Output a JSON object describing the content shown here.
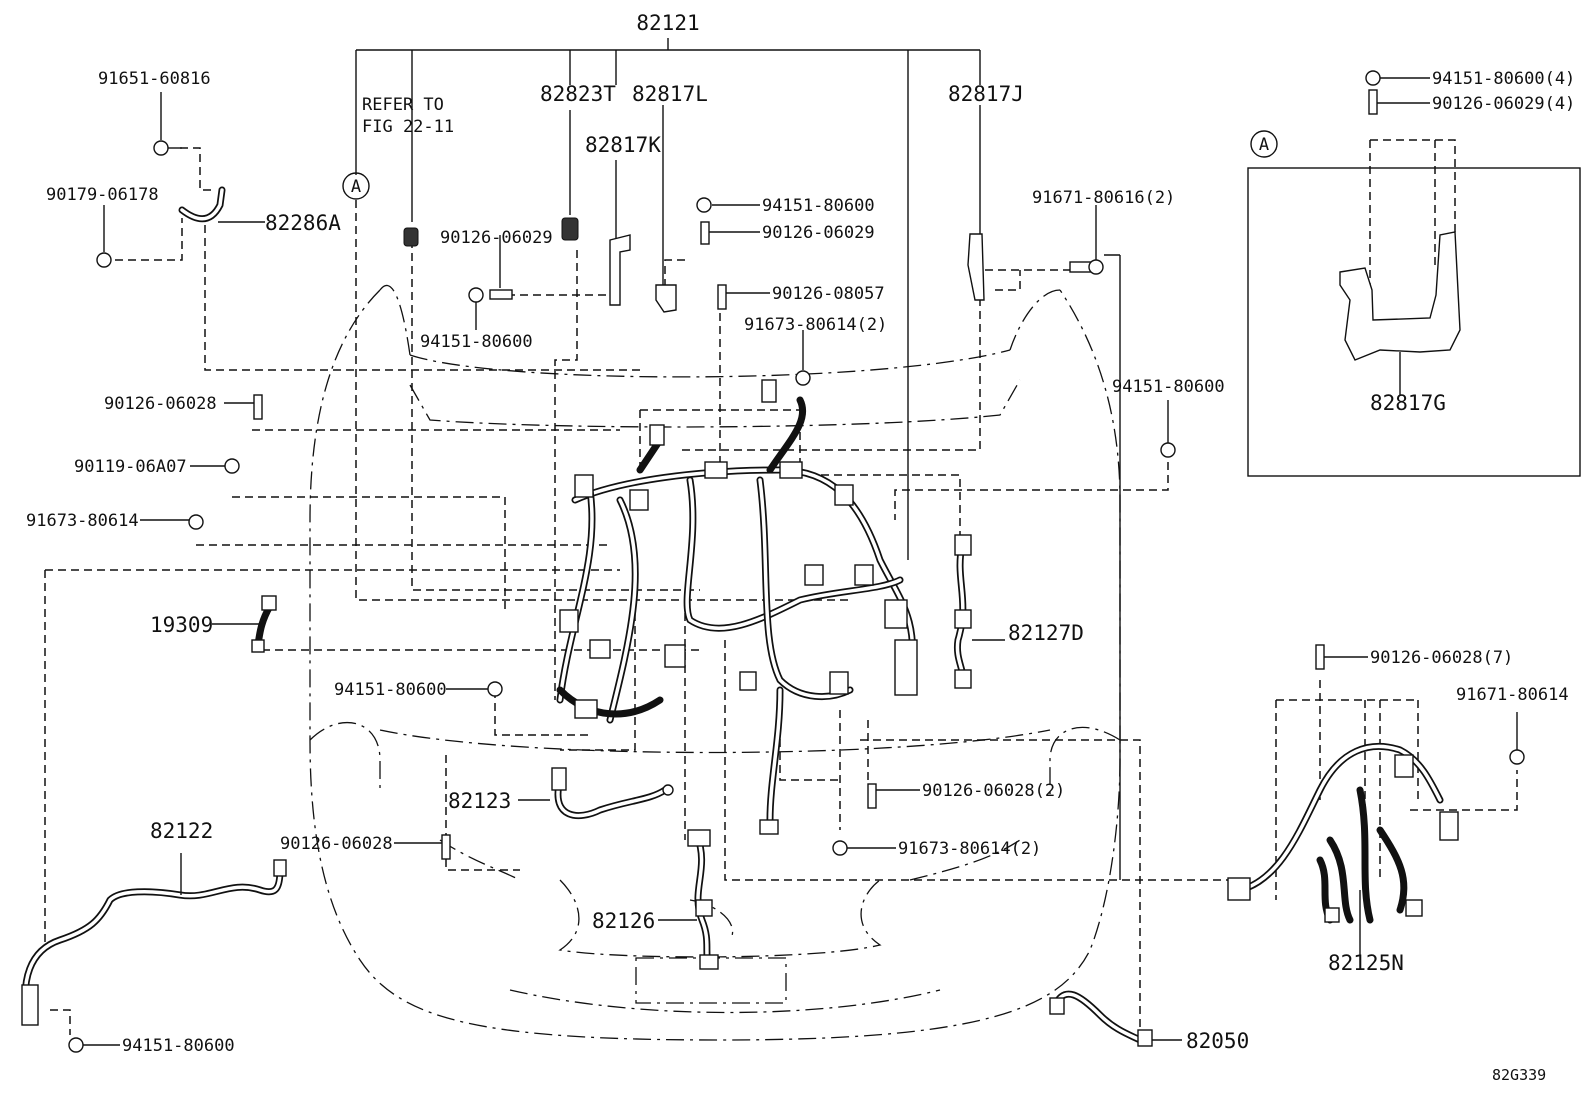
{
  "diagram": {
    "code": "82G339",
    "refer_note": [
      "REFER TO",
      "FIG 22-11"
    ],
    "detail_marker": "A",
    "labels": {
      "p82121": "82121",
      "p82823T": "82823T",
      "p82817L": "82817L",
      "p82817K": "82817K",
      "p82817J": "82817J",
      "p82286A": "82286A",
      "p82127D": "82127D",
      "p82123": "82123",
      "p82122": "82122",
      "p82126": "82126",
      "p82125N": "82125N",
      "p82050": "82050",
      "p82817G": "82817G",
      "p19309": "19309",
      "b91651_60816": "91651-60816",
      "b90179_06178": "90179-06178",
      "b90126_06029_a": "90126-06029",
      "b94151_80600_a": "94151-80600",
      "b94151_80600_b": "94151-80600",
      "b90126_06029_b": "90126-06029",
      "b90126_08057": "90126-08057",
      "b91673_80614_2a": "91673-80614(2)",
      "b91671_80616_2": "91671-80616(2)",
      "b94151_80600_c": "94151-80600",
      "b90126_06028_a": "90126-06028",
      "b90119_06A07": "90119-06A07",
      "b91673_80614": "91673-80614",
      "b94151_80600_d": "94151-80600",
      "b90126_06028_2": "90126-06028(2)",
      "b90126_06028_b": "90126-06028",
      "b91673_80614_2b": "91673-80614(2)",
      "b94151_80600_e": "94151-80600",
      "b94151_80600_4": "94151-80600(4)",
      "b90126_06029_4": "90126-06029(4)",
      "b90126_06028_7": "90126-06028(7)",
      "b91671_80614": "91671-80614"
    }
  }
}
